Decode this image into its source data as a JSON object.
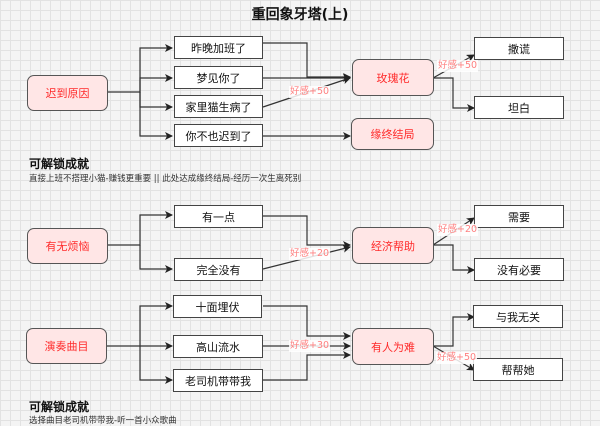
{
  "title": "重回象牙塔(上)",
  "sections": [
    {
      "root": "迟到原因",
      "options": [
        "昨晚加班了",
        "梦见你了",
        "家里猫生病了",
        "你不也迟到了"
      ],
      "middle": [
        "玫瑰花",
        "缘终结局"
      ],
      "mid_label": "好感+50",
      "outcomes": [
        "撒谎",
        "坦白"
      ],
      "out_label": "好感+50"
    },
    {
      "root": "有无烦恼",
      "options": [
        "有一点",
        "完全没有"
      ],
      "middle": [
        "经济帮助"
      ],
      "mid_label": "好感+20",
      "outcomes": [
        "需要",
        "没有必要"
      ],
      "out_label": "好感+20"
    },
    {
      "root": "演奏曲目",
      "options": [
        "十面埋伏",
        "高山流水",
        "老司机带带我"
      ],
      "middle": [
        "有人为难"
      ],
      "mid_label": "好感+30",
      "outcomes": [
        "与我无关",
        "帮帮她"
      ],
      "out_label": "好感+50"
    }
  ],
  "achievements": [
    {
      "title": "可解锁成就",
      "text": "直接上班不搭理小猫-赚钱更重要  ||  此处达成缘终结局-经历一次生离死别"
    },
    {
      "title": "可解锁成就",
      "text": "选择曲目老司机带带我-听一首小众歌曲"
    }
  ],
  "colors": {
    "node_fill": "#ffe6e6",
    "node_text": "#ff2a2a",
    "label_text": "#ff8080",
    "line": "#333333"
  }
}
